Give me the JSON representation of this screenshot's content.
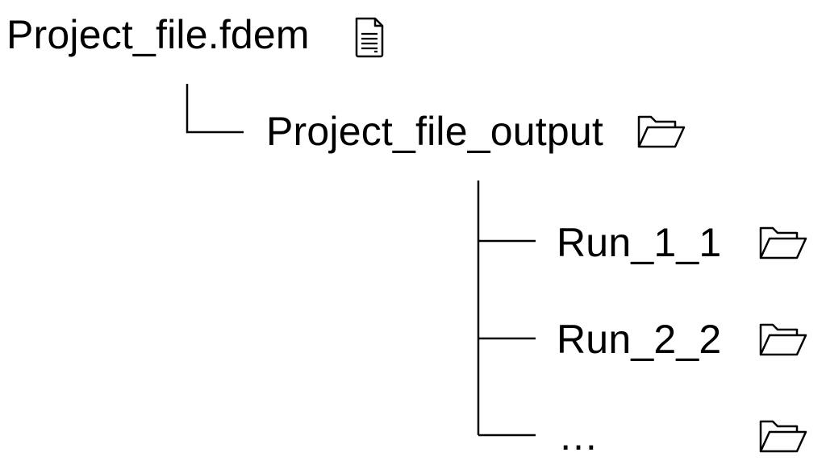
{
  "tree": {
    "root": {
      "label": "Project_file.fdem",
      "icon": "document-icon"
    },
    "child": {
      "label": "Project_file_output",
      "icon": "folder-open-icon"
    },
    "runs": [
      {
        "label": "Run_1_1",
        "icon": "folder-open-icon"
      },
      {
        "label": "Run_2_2",
        "icon": "folder-open-icon"
      },
      {
        "label": "…",
        "icon": "folder-open-icon"
      }
    ]
  }
}
